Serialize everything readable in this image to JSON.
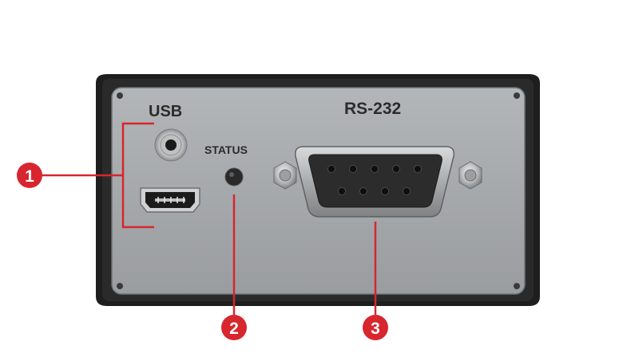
{
  "panel": {
    "labels": {
      "usb": "USB",
      "status": "STATUS",
      "rs232": "RS-232"
    }
  },
  "callouts": [
    {
      "number": "1",
      "target": "USB ports"
    },
    {
      "number": "2",
      "target": "Status LED"
    },
    {
      "number": "3",
      "target": "RS-232 connector"
    }
  ],
  "colors": {
    "callout": "#d7262e",
    "housing": "#1f1f1f",
    "faceplate": "#a7aaad",
    "label_text": "#2b2b2b"
  }
}
